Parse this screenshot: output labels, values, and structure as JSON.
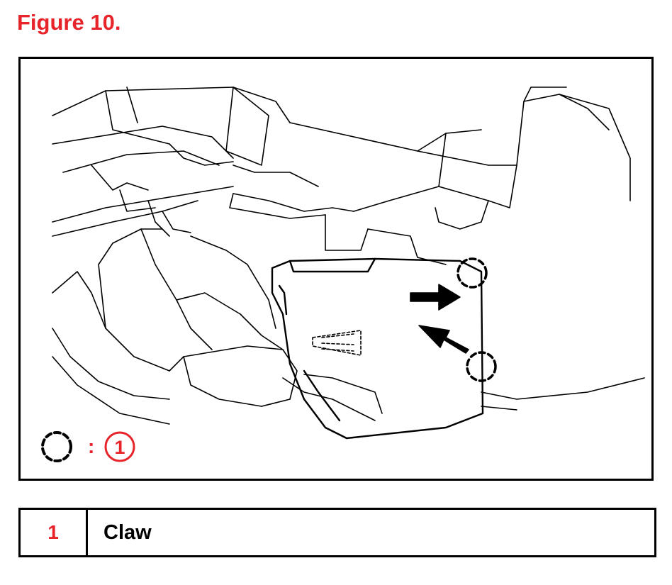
{
  "figure": {
    "title": "Figure 10."
  },
  "legend": {
    "separator": ":",
    "number": "1"
  },
  "parts_table": [
    {
      "number": "1",
      "label": "Claw"
    }
  ],
  "colors": {
    "accent": "#e8242b",
    "line": "#000000"
  }
}
